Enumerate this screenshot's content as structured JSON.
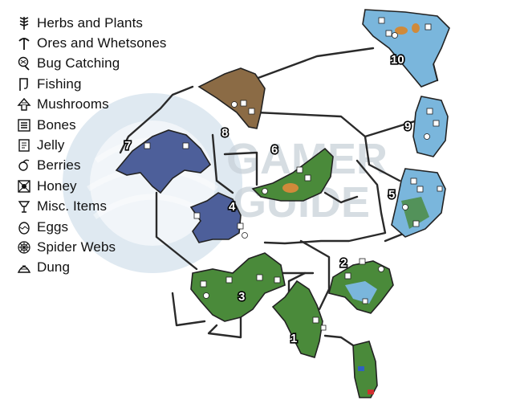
{
  "legend": {
    "items": [
      {
        "label": "Herbs and Plants",
        "icon": "herb-icon"
      },
      {
        "label": "Ores and Whetsones",
        "icon": "pickaxe-icon"
      },
      {
        "label": "Bug Catching",
        "icon": "bug-net-icon"
      },
      {
        "label": "Fishing",
        "icon": "fishing-icon"
      },
      {
        "label": "Mushrooms",
        "icon": "mushroom-icon"
      },
      {
        "label": "Bones",
        "icon": "bone-icon"
      },
      {
        "label": "Jelly",
        "icon": "jelly-icon"
      },
      {
        "label": "Berries",
        "icon": "berry-icon"
      },
      {
        "label": "Honey",
        "icon": "honey-icon"
      },
      {
        "label": "Misc. Items",
        "icon": "misc-item-icon"
      },
      {
        "label": "Eggs",
        "icon": "egg-icon"
      },
      {
        "label": "Spider Webs",
        "icon": "spider-web-icon"
      },
      {
        "label": "Dung",
        "icon": "dung-icon"
      }
    ]
  },
  "zones": [
    {
      "number": "1",
      "terrain": "forest"
    },
    {
      "number": "2",
      "terrain": "forest-lake"
    },
    {
      "number": "3",
      "terrain": "forest"
    },
    {
      "number": "4",
      "terrain": "cave"
    },
    {
      "number": "5",
      "terrain": "forest-lake"
    },
    {
      "number": "6",
      "terrain": "forest"
    },
    {
      "number": "7",
      "terrain": "cave"
    },
    {
      "number": "8",
      "terrain": "swamp"
    },
    {
      "number": "9",
      "terrain": "lake"
    },
    {
      "number": "10",
      "terrain": "lake"
    }
  ],
  "watermark": {
    "line1": "GAMER",
    "line2": "GUIDE"
  },
  "colors": {
    "forest": "#4a8a3a",
    "lake": "#7ab6dc",
    "cave": "#4d5f9a",
    "swamp": "#8b6b45",
    "path": "#2a2a2a",
    "watermark": "#b8c8d6"
  }
}
